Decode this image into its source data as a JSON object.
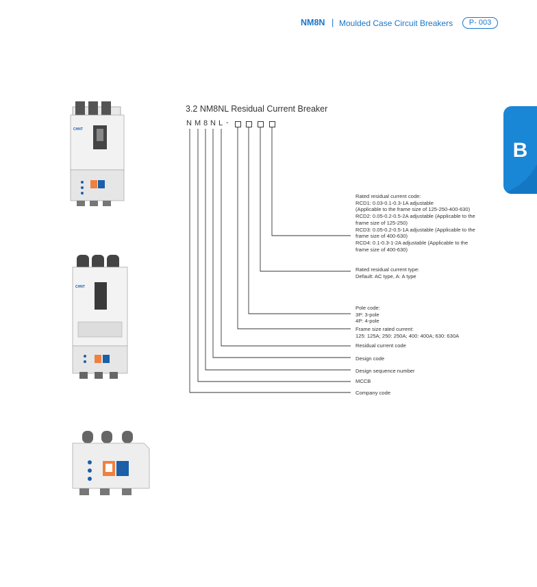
{
  "header": {
    "model": "NM8N",
    "separator": "|",
    "title": "Moulded Case Circuit Breakers",
    "page": "P- 003"
  },
  "side_tab": {
    "letter": "B",
    "color": "#1a86d6"
  },
  "section": {
    "title": "3.2 NM8NL Residual Current Breaker"
  },
  "code": {
    "chars": [
      "N",
      "M",
      "8",
      "N",
      "L",
      "-"
    ],
    "placeholder_count": 4
  },
  "notes": {
    "rated_residual_current": [
      "Rated residual current code:",
      "RCD1: 0.03-0.1-0.3-1A adjustable",
      "(Applicable to the frame size of 125-250-400-630)",
      "RCD2: 0.05-0.2-0.5-2A adjustable (Applicable to the",
      "frame size of 125-250)",
      "RCD3: 0.05-0.2-0.5-1A adjustable (Applicable to the",
      "frame size of 400-630)",
      "RCD4: 0.1-0.3-1-2A adjustable (Applicable to the",
      "frame size of 400-630)"
    ],
    "residual_current_type": [
      "Rated residual current type:",
      "Default: AC type, A: A type"
    ],
    "pole_code": [
      "Pole code:",
      "3P: 3-pole",
      "4P: 4-pole"
    ],
    "frame_size": [
      "Frame size rated current:",
      "125:  125A;  250:  250A;  400:  400A;  630:  630A"
    ],
    "residual_current_code": "Residual current code",
    "design_code": "Design code",
    "design_sequence_number": "Design sequence number",
    "mccb": "MCCB",
    "company_code": "Company code"
  },
  "product_brand": "CHNT"
}
